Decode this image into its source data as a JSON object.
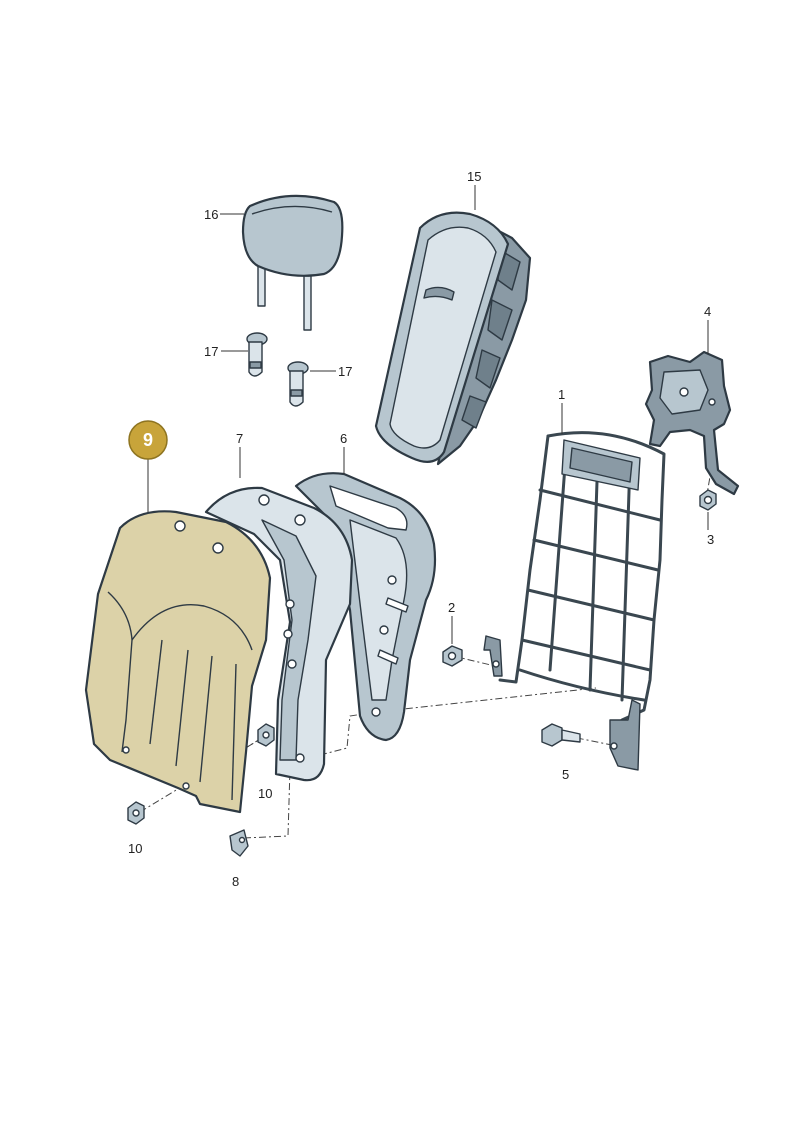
{
  "callouts": {
    "highlight": "9",
    "p1": "1",
    "p2": "2",
    "p3": "3",
    "p4": "4",
    "p5": "5",
    "p6": "6",
    "p7": "7",
    "p8": "8",
    "p10a": "10",
    "p10b": "10",
    "p15": "15",
    "p16": "16",
    "p17a": "17",
    "p17b": "17"
  },
  "colors": {
    "highlight_fill": "#c8a43a",
    "highlight_part": "#dcd2a8",
    "part_blue": "#b7c6cf",
    "part_light": "#dbe4ea",
    "part_dark": "#8a9aa5"
  }
}
